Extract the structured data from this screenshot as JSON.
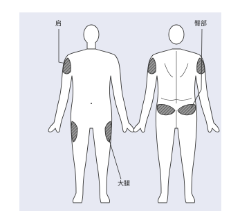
{
  "labels": {
    "shoulder": "肩",
    "buttock": "臀部",
    "thigh": "大腿"
  },
  "colors": {
    "background": "#e7e9f3",
    "body_fill": "#ffffff",
    "outline": "#333333",
    "hatch": "#555555"
  },
  "figures": [
    "front-view",
    "back-view"
  ]
}
